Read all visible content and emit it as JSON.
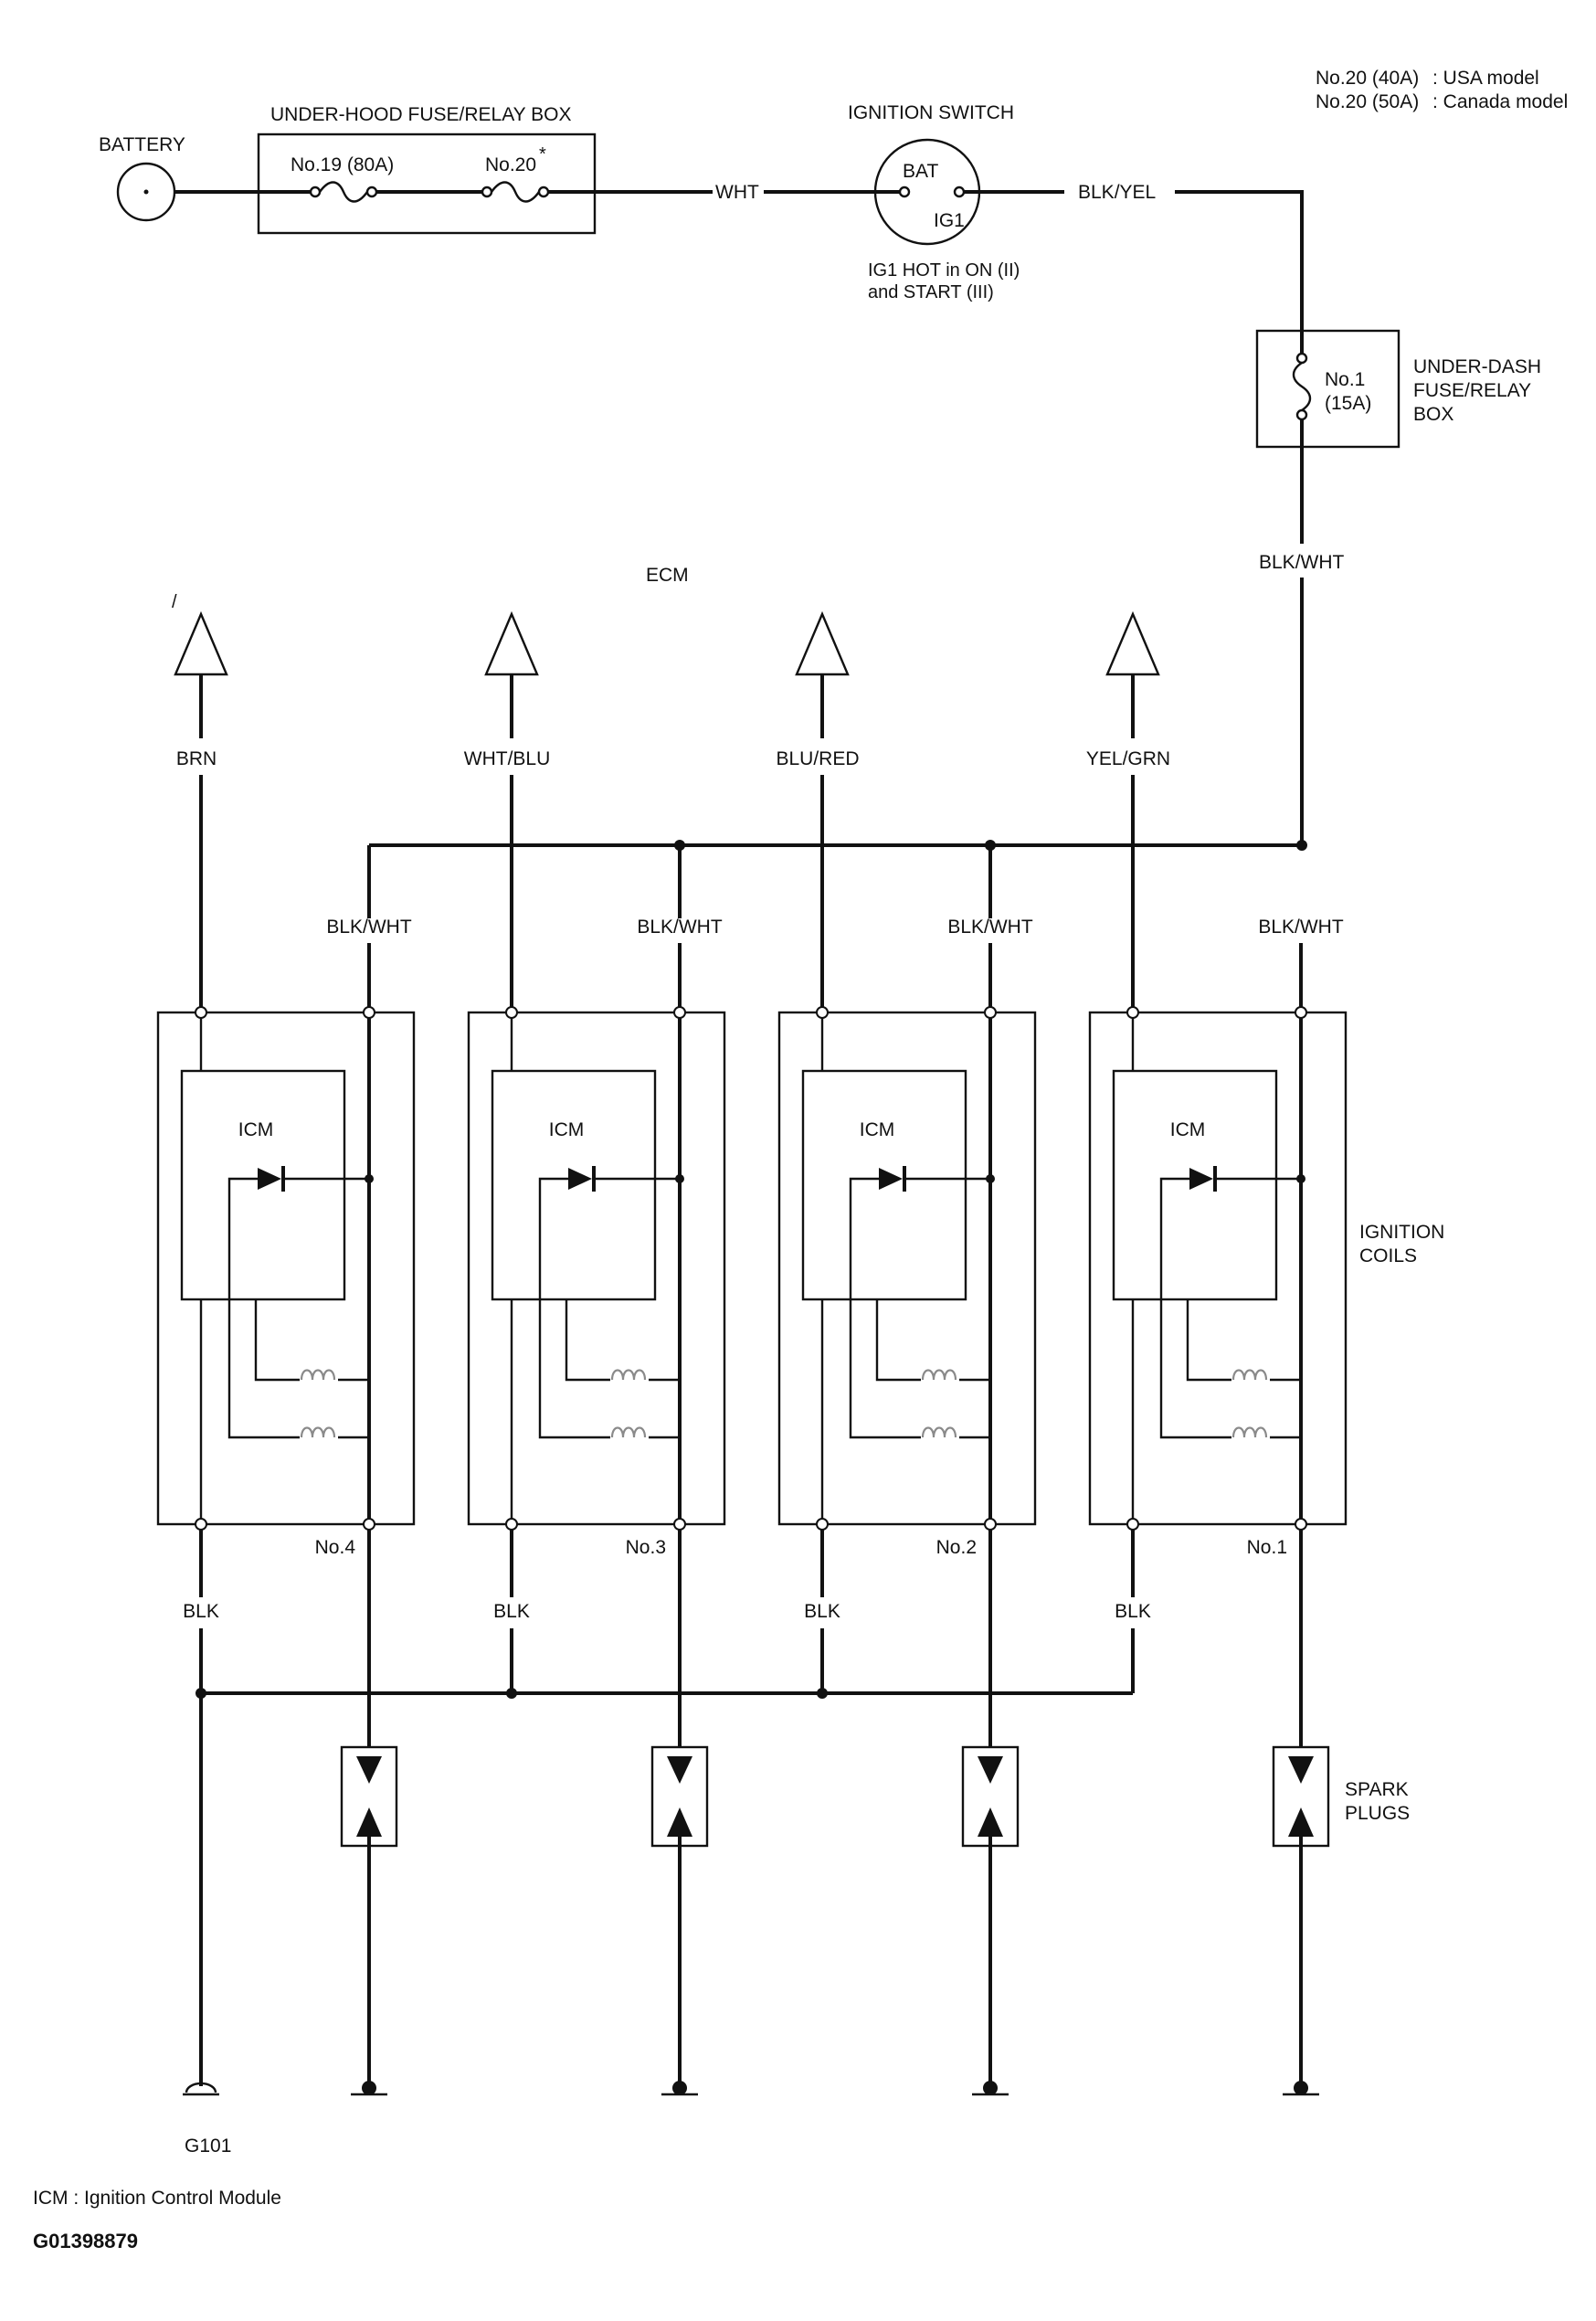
{
  "notes": {
    "line1_code": "No.20 (40A)",
    "line1_desc": ": USA model",
    "line2_code": "No.20 (50A)",
    "line2_desc": ": Canada model"
  },
  "battery": {
    "label": "BATTERY"
  },
  "underhood_box": {
    "title": "UNDER-HOOD FUSE/RELAY BOX",
    "fuse19": "No.19 (80A)",
    "fuse20": "No.20",
    "fuse20_mark": "*"
  },
  "ignition_switch": {
    "title": "IGNITION SWITCH",
    "bat": "BAT",
    "ig1": "IG1",
    "note_line1": "IG1 HOT in ON (II)",
    "note_line2": "and START (III)"
  },
  "wires": {
    "battery_to_switch": "WHT",
    "switch_to_fuse": "BLK/YEL",
    "fuse_to_coils": "BLK/WHT"
  },
  "underdash_box": {
    "fuse_no": "No.1",
    "fuse_rating": "(15A)",
    "label_line1": "UNDER-DASH",
    "label_line2": "FUSE/RELAY",
    "label_line3": "BOX"
  },
  "ecm": {
    "label": "ECM"
  },
  "coils": [
    {
      "signal_wire": "BRN",
      "power_wire": "BLK/WHT",
      "ground_wire": "BLK",
      "module": "ICM",
      "number": "No.4"
    },
    {
      "signal_wire": "WHT/BLU",
      "power_wire": "BLK/WHT",
      "ground_wire": "BLK",
      "module": "ICM",
      "number": "No.3"
    },
    {
      "signal_wire": "BLU/RED",
      "power_wire": "BLK/WHT",
      "ground_wire": "BLK",
      "module": "ICM",
      "number": "No.2"
    },
    {
      "signal_wire": "YEL/GRN",
      "power_wire": "BLK/WHT",
      "ground_wire": "BLK",
      "module": "ICM",
      "number": "No.1"
    }
  ],
  "ignition_coils_label": {
    "line1": "IGNITION",
    "line2": "COILS"
  },
  "spark_plugs_label": {
    "line1": "SPARK",
    "line2": "PLUGS"
  },
  "ground": {
    "label": "G101"
  },
  "footer": {
    "legend": "ICM : Ignition Control Module",
    "code": "G01398879"
  }
}
